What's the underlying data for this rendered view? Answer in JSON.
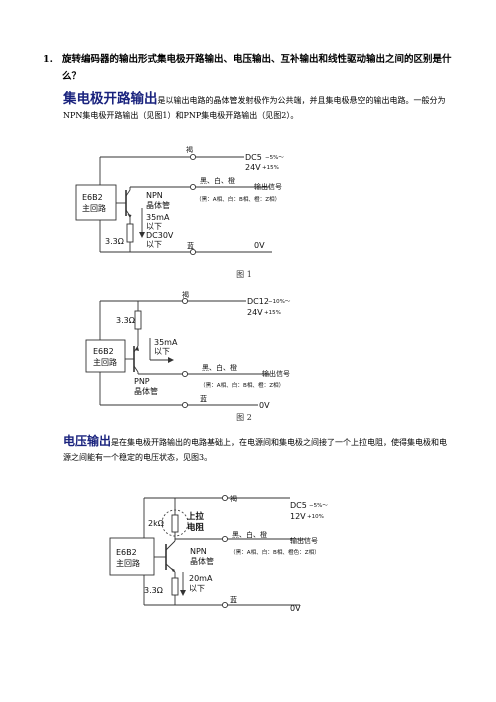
{
  "question": {
    "number": "1.",
    "text": "旋转编码器的输出形式集电极开路输出、电压输出、互补输出和线性驱动输出之间的区别是什么？"
  },
  "open_collector": {
    "term": "集电极开路输出",
    "body": "是以输出电路的晶体管发射极作为公共端，并且集电极悬空的输出电路。一般分为NPN集电极开路输出（见图1）和PNP集电极开路输出（见图2）。"
  },
  "voltage_output": {
    "term": "电压输出",
    "body": "是在集电极开路输出的电路基础上，在电源间和集电极之间接了一个上拉电阻，使得集电极和电源之间能有一个稳定的电压状态，见图3。"
  },
  "figure1": {
    "caption": "图 1",
    "wire_brown": "褐",
    "supply_line1": "DC5",
    "supply_tol1": "−5%～",
    "supply_line2": "24V",
    "supply_tol2": "+15%",
    "wire_signal": "黑、白、橙",
    "signal_label": "输出信号",
    "signal_detail": "（黑：A相、白：B相、橙：Z相）",
    "box_line1": "E6B2",
    "box_line2": "主回路",
    "transistor_line1": "NPN",
    "transistor_line2": "晶体管",
    "current_line1": "35mA",
    "current_line2": "以下",
    "current_line3": "DC30V",
    "current_line4": "以下",
    "resistor": "3.3Ω",
    "wire_blue": "蓝",
    "ground": "0V"
  },
  "figure2": {
    "caption": "图 2",
    "wire_brown": "褐",
    "supply_line1": "DC12",
    "supply_tol1": "−10%～",
    "supply_line2": "24V",
    "supply_tol2": "+15%",
    "resistor": "3.3Ω",
    "current_line1": "35mA",
    "current_line2": "以下",
    "box_line1": "E6B2",
    "box_line2": "主回路",
    "wire_signal": "黑、白、橙",
    "signal_label": "输出信号",
    "signal_detail": "（黑：A相、白：B相、橙：Z相）",
    "transistor_line1": "PNP",
    "transistor_line2": "晶体管",
    "wire_blue": "蓝",
    "ground": "0V"
  },
  "figure3": {
    "wire_brown": "褐",
    "supply_line1": "DC5",
    "supply_tol1": "−5%～",
    "supply_line2": "12V",
    "supply_tol2": "+10%",
    "pullup_resistor": "2kΩ",
    "pullup_line1": "上拉",
    "pullup_line2": "电阻",
    "wire_signal": "黑、白、橙",
    "signal_label": "输出信号",
    "signal_detail": "（黑：A相、白：B相、橙色：Z相）",
    "box_line1": "E6B2",
    "box_line2": "主回路",
    "transistor_line1": "NPN",
    "transistor_line2": "晶体管",
    "current_line1": "20mA",
    "current_line2": "以下",
    "resistor": "3.3Ω",
    "wire_blue": "蓝",
    "ground": "0V"
  }
}
